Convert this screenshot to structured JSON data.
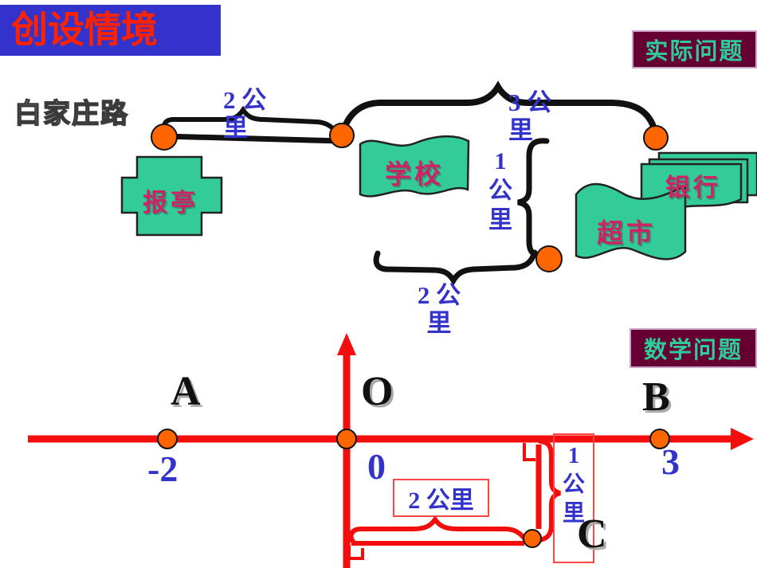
{
  "header": {
    "title": "创设情境"
  },
  "practical": {
    "tag": "实际问题",
    "road_name": "白家庄路",
    "buildings": {
      "newsstand": "报亭",
      "school": "学校",
      "supermarket": "超市",
      "bank": "银行"
    },
    "distances": {
      "newsstand_school": "2 公\n里",
      "school_bank": "3 公\n里",
      "road_supermarket": "1\n公\n里",
      "supermarket_span": "2 公\n里"
    }
  },
  "math": {
    "tag": "数学问题",
    "number_line": {
      "point_a": {
        "name": "A",
        "value": "-2"
      },
      "point_o": {
        "name": "O",
        "value": "0"
      },
      "point_b": {
        "name": "B",
        "value": "3"
      },
      "point_c": {
        "name": "C"
      },
      "box_two_km": "2 公里",
      "box_one_km": "1\n公\n里"
    }
  },
  "colors": {
    "title_banner_bg": "#3333CC",
    "title_text": "#FF2200",
    "tag_bg": "#660033",
    "tag_text": "#2FCC99",
    "shape_green": "#33CC99",
    "building_text": "#CC2266",
    "label_blue": "#3333CC",
    "line_red": "#FF0000",
    "dot_orange": "#FF6600"
  }
}
